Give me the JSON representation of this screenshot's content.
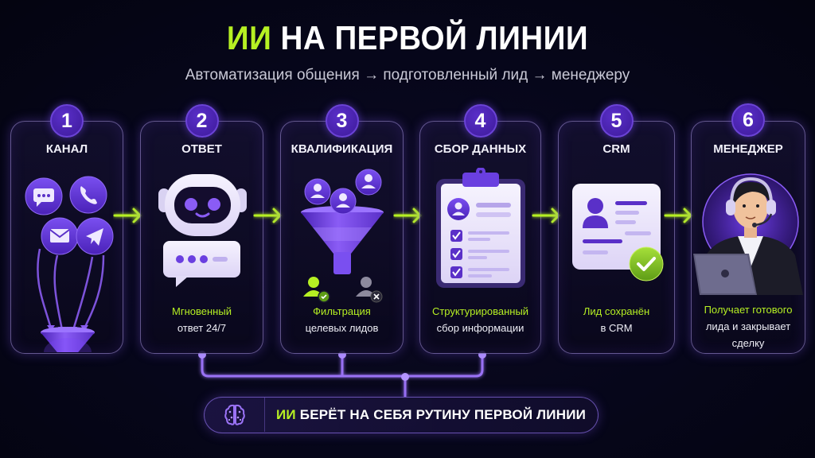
{
  "header": {
    "title_accent": "ИИ",
    "title_rest": "НА ПЕРВОЙ ЛИНИИ",
    "subtitle": "Автоматизация общения → подготовленный лид → менеджеру"
  },
  "colors": {
    "accent_green": "#b6f023",
    "accent_purple": "#6a3fe0",
    "background": "#06061a"
  },
  "steps": [
    {
      "number": "1",
      "title": "КАНАЛ",
      "caption_highlight": "",
      "caption_rest": "",
      "icons": [
        "chat-icon",
        "phone-icon",
        "mail-icon",
        "telegram-icon",
        "funnel-icon"
      ]
    },
    {
      "number": "2",
      "title": "ОТВЕТ",
      "caption_highlight": "Мгновенный",
      "caption_rest": "ответ 24/7",
      "icons": [
        "robot-icon",
        "speech-bubble-icon"
      ]
    },
    {
      "number": "3",
      "title": "КВАЛИФИКАЦИЯ",
      "caption_highlight": "Фильтрация",
      "caption_rest": "целевых лидов",
      "icons": [
        "user-icon",
        "funnel-icon",
        "user-approved-icon",
        "user-rejected-icon"
      ]
    },
    {
      "number": "4",
      "title": "СБОР ДАННЫХ",
      "caption_highlight": "Структурированный",
      "caption_rest": "сбор информации",
      "icons": [
        "clipboard-checklist-icon"
      ]
    },
    {
      "number": "5",
      "title": "CRM",
      "caption_highlight": "Лид сохранён",
      "caption_rest": "в CRM",
      "icons": [
        "contact-card-icon",
        "check-circle-icon"
      ]
    },
    {
      "number": "6",
      "title": "МЕНЕДЖЕР",
      "caption_highlight": "Получает готового",
      "caption_rest": "лида и закрывает сделку",
      "caption_rest_line1": "лида и закрывает",
      "caption_rest_line2": "сделку",
      "icons": [
        "manager-with-headset-icon",
        "laptop-icon"
      ]
    }
  ],
  "footer": {
    "icon": "brain-icon",
    "text_accent": "ИИ",
    "text_rest": "БЕРЁТ НА СЕБЯ РУТИНУ ПЕРВОЙ ЛИНИИ"
  }
}
